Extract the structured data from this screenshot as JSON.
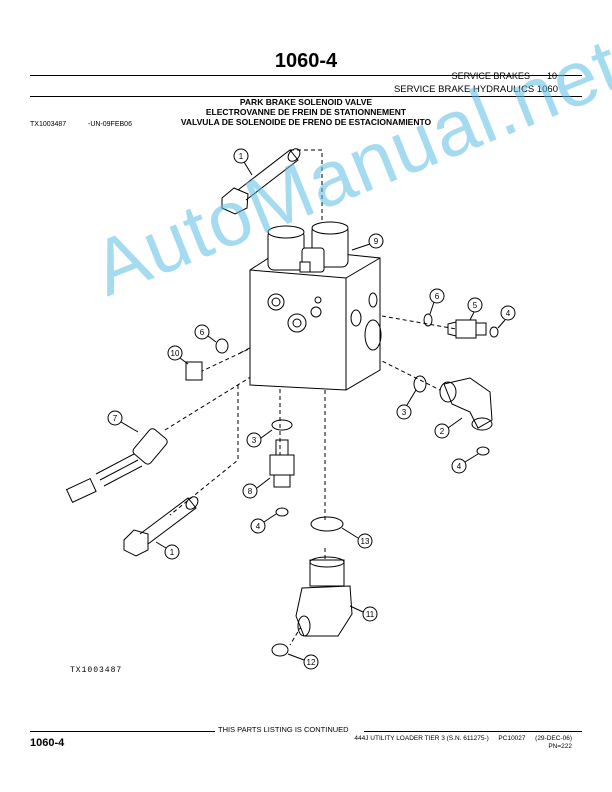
{
  "header": {
    "page_number": "1060-4",
    "section": "SERVICE BRAKES",
    "section_number": "10",
    "group": "SERVICE BRAKE HYDRAULICS 1060"
  },
  "title": {
    "english": "PARK BRAKE SOLENOID VALVE",
    "french": "ELECTROVANNE DE FREIN DE STATIONNEMENT",
    "spanish": "VALVULA DE SOLENOIDE DE FRENO DE ESTACIONAMIENTO"
  },
  "figure": {
    "id": "TX1003487",
    "date_code": "-UN-09FEB06",
    "bottom_label": "TX1003487",
    "callouts": [
      "1",
      "9",
      "6",
      "5",
      "4",
      "6",
      "10",
      "7",
      "3",
      "2",
      "4",
      "3",
      "8",
      "4",
      "1",
      "13",
      "11",
      "12"
    ]
  },
  "watermark": "AutoManual.net",
  "footer": {
    "continued": "THIS PARTS LISTING IS CONTINUED",
    "page_number": "1060-4",
    "product": "444J UTILITY LOADER TIER 3 (S.N. 611275-)",
    "catalog": "PC10027",
    "date": "(29-DEC-06)",
    "pn": "PN=222"
  }
}
